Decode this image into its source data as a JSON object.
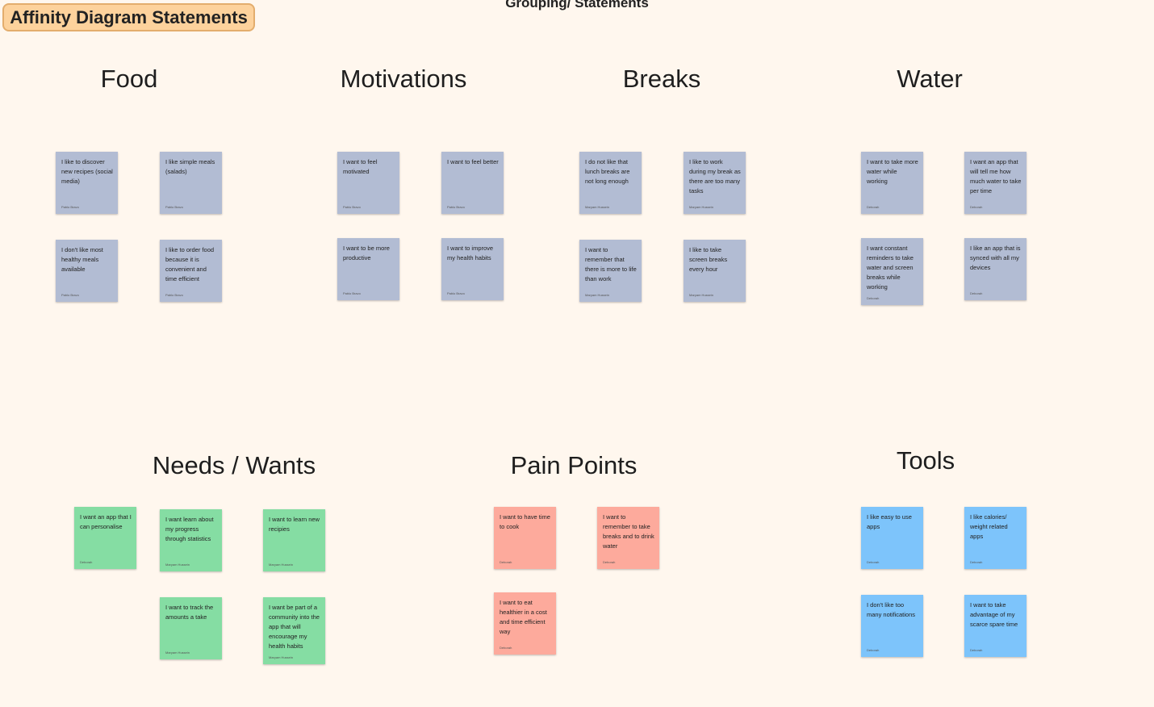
{
  "frame_title": "Grouping/ Statements",
  "board_label": "Affinity Diagram Statements",
  "groups": [
    {
      "heading": "Food",
      "notes": [
        {
          "text": "I like to discover new recipes (social media)",
          "author": "Pablo Bravo"
        },
        {
          "text": "I like simple meals (salads)",
          "author": "Pablo Bravo"
        },
        {
          "text": "I don't like most healthy meals available",
          "author": "Pablo Bravo"
        },
        {
          "text": "I like to order food because it is convenient and time efficient",
          "author": "Pablo Bravo"
        }
      ]
    },
    {
      "heading": "Motivations",
      "notes": [
        {
          "text": "I want to feel motivated",
          "author": "Pablo Bravo"
        },
        {
          "text": "I want to feel better",
          "author": "Pablo Bravo"
        },
        {
          "text": "I want to be more productive",
          "author": "Pablo Bravo"
        },
        {
          "text": "I want to improve my health habits",
          "author": "Pablo Bravo"
        }
      ]
    },
    {
      "heading": "Breaks",
      "notes": [
        {
          "text": "I do not like that lunch breaks are not long enough",
          "author": "Maryam Hussein"
        },
        {
          "text": "I like to work during my break as there are too many tasks",
          "author": "Maryam Hussein"
        },
        {
          "text": "I want to remember that there is more to life than work",
          "author": "Maryam Hussein"
        },
        {
          "text": "I like to take screen breaks every hour",
          "author": "Maryam Hussein"
        }
      ]
    },
    {
      "heading": "Water",
      "notes": [
        {
          "text": "I want to take more water while working",
          "author": "Deborah"
        },
        {
          "text": "I want an app that will tell me how much water to take per time",
          "author": "Deborah"
        },
        {
          "text": "I want constant reminders to take water and screen breaks while working",
          "author": "Deborah"
        },
        {
          "text": "I like an app that is synced with all my devices",
          "author": "Deborah"
        }
      ]
    },
    {
      "heading": "Needs / Wants",
      "notes": [
        {
          "text": "I want an app that I can personalise",
          "author": "Deborah"
        },
        {
          "text": "I want learn about my progress through statistics",
          "author": "Maryam Hussein"
        },
        {
          "text": "I want to learn new recipies",
          "author": "Maryam Hussein"
        },
        {
          "text": "I want to track the amounts a take",
          "author": "Maryam Hussein"
        },
        {
          "text": "I want be part of a community into the app that will encourage my health habits",
          "author": "Maryam Hussein"
        }
      ]
    },
    {
      "heading": "Pain Points",
      "notes": [
        {
          "text": "I want to have time to cook",
          "author": "Deborah"
        },
        {
          "text": "I want to remember to take breaks and to drink water",
          "author": "Deborah"
        },
        {
          "text": "I want to eat healthier in a cost and time efficient way",
          "author": "Deborah"
        }
      ]
    },
    {
      "heading": "Tools",
      "notes": [
        {
          "text": "I like easy to use apps",
          "author": "Deborah"
        },
        {
          "text": "I like calories/ weight related apps",
          "author": "Deborah"
        },
        {
          "text": "I don't like too many notifications",
          "author": "Deborah"
        },
        {
          "text": "I want to take advantage of my scarce spare time",
          "author": "Deborah"
        }
      ]
    }
  ]
}
